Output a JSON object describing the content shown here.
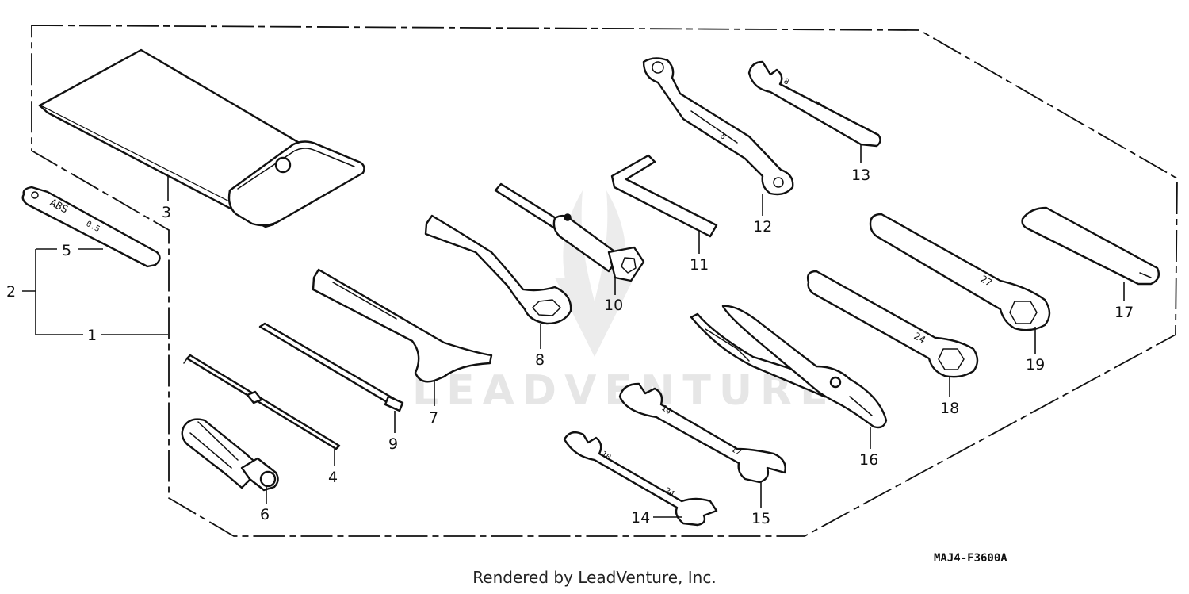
{
  "diagram": {
    "code": "MAJ4-F3600A",
    "watermark": "LEADVENTURE",
    "footer": "Rendered by LeadVenture, Inc.",
    "callouts": [
      "1",
      "2",
      "3",
      "4",
      "5",
      "6",
      "7",
      "8",
      "9",
      "10",
      "11",
      "12",
      "13",
      "14",
      "15",
      "16",
      "17",
      "18",
      "19"
    ],
    "feeler_gauge_text": "ABS",
    "feeler_gauge_size": "0.5",
    "wrench_sizes": {
      "w12": "8",
      "w13": "8",
      "w14_a": "10",
      "w14_b": "24",
      "w15_a": "14",
      "w15_b": "17",
      "w18": "24",
      "w19": "27"
    }
  }
}
